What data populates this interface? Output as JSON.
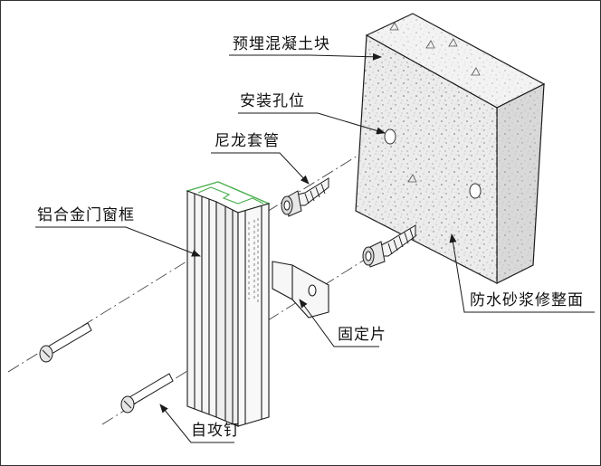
{
  "labels": {
    "precast_concrete_block": "预埋混凝土块",
    "install_hole": "安装孔位",
    "nylon_sleeve": "尼龙套管",
    "aluminum_frame": "铝合金门窗框",
    "waterproof_mortar": "防水砂浆修整面",
    "fixing_plate": "固定片",
    "self_tapping_screw": "自攻钉"
  },
  "colors": {
    "line": "#1a1a1a",
    "block_fill": "#ececec",
    "block_side": "#d4d4d4",
    "frame_highlight": "#4caf50",
    "background": "#ffffff"
  }
}
